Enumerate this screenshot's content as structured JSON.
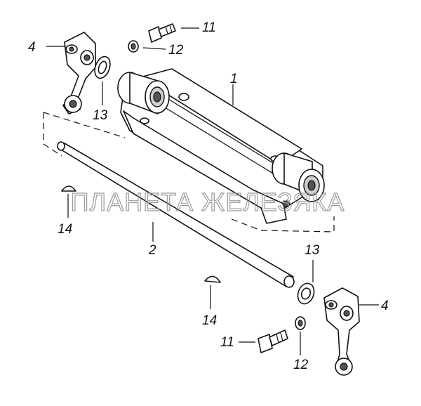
{
  "watermark": "ПЛАНЕТА ЖЕЛЕЗЯКА",
  "callouts": {
    "part_1": "1",
    "part_2": "2",
    "part_4_top": "4",
    "part_4_bottom": "4",
    "part_11_top": "11",
    "part_11_bottom": "11",
    "part_12_top": "12",
    "part_12_bottom": "12",
    "part_13_top": "13",
    "part_13_bottom": "13",
    "part_14_left": "14",
    "part_14_right": "14"
  }
}
